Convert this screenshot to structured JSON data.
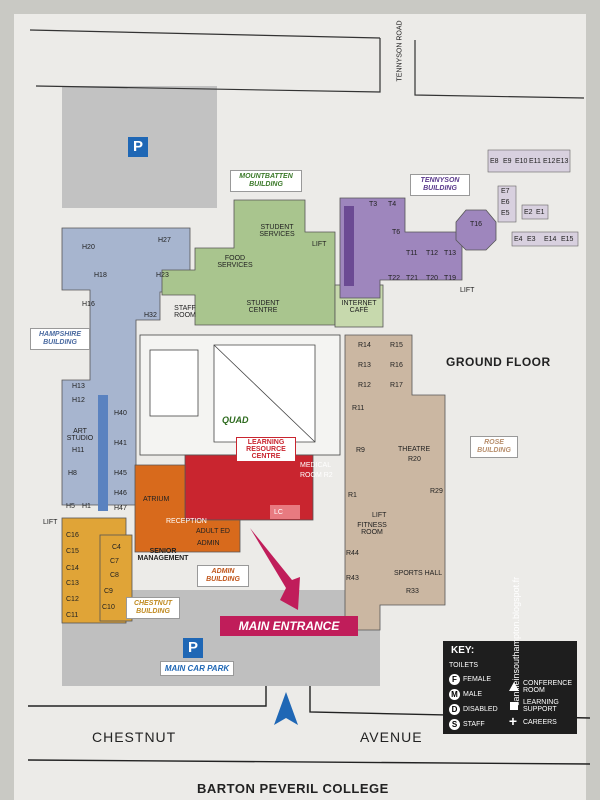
{
  "floor_title": "GROUND FLOOR",
  "college_name": "BARTON PEVERIL COLLEGE",
  "roads": {
    "chestnut": "CHESTNUT",
    "avenue": "AVENUE",
    "tennyson_road": "TENNYSON ROAD"
  },
  "watermark": "canilleinsouthampton.blogspot.fr",
  "parking": {
    "symbol": "P",
    "main_car_park": "MAIN CAR PARK"
  },
  "main_entrance": "MAIN ENTRANCE",
  "buildings": {
    "mountbatten": "MOUNTBATTEN BUILDING",
    "tennyson": "TENNYSON BUILDING",
    "hampshire": "HAMPSHIRE BUILDING",
    "rose": "ROSE BUILDING",
    "admin": "ADMIN BUILDING",
    "chestnut": "CHESTNUT BUILDING"
  },
  "rooms": {
    "student_services": "STUDENT SERVICES",
    "food_services": "FOOD SERVICES",
    "student_centre": "STUDENT CENTRE",
    "staff_room": "STAFF ROOM",
    "internet_cafe": "INTERNET CAFÉ",
    "quad": "QUAD",
    "lrc": "LEARNING RESOURCE CENTRE",
    "medical": "MEDICAL",
    "room_r2": "ROOM R2",
    "atrium": "ATRIUM",
    "reception": "RECEPTION",
    "adult_ed": "ADULT ED",
    "admin": "ADMIN",
    "senior_management": "SENIOR MANAGEMENT",
    "theatre": "THEATRE",
    "r20": "R20",
    "fitness_room": "FITNESS ROOM",
    "sports_hall": "SPORTS HALL",
    "r33": "R33",
    "art_studio": "ART STUDIO",
    "h11": "H11",
    "lift": "LIFT",
    "lc": "LC"
  },
  "room_codes": {
    "h": [
      "H27",
      "H20",
      "H18",
      "H23",
      "H16",
      "H32",
      "H13",
      "H12",
      "H40",
      "H41",
      "H8",
      "H45",
      "H5",
      "H1",
      "H46",
      "H47"
    ],
    "r": [
      "R14",
      "R15",
      "R13",
      "R16",
      "R12",
      "R17",
      "R11",
      "R9",
      "R1",
      "R29",
      "R44",
      "R43"
    ],
    "t": [
      "T3",
      "T4",
      "T6",
      "T11",
      "T12",
      "T13",
      "T22",
      "T21",
      "T20",
      "T19",
      "T16"
    ],
    "e": [
      "E8",
      "E9",
      "E10",
      "E11",
      "E12",
      "E13",
      "E7",
      "E6",
      "E5",
      "E2",
      "E1",
      "E4",
      "E3",
      "E14",
      "E15"
    ],
    "c": [
      "C16",
      "C15",
      "C14",
      "C13",
      "C12",
      "C11",
      "C4",
      "C7",
      "C8",
      "C9",
      "C10"
    ]
  },
  "key": {
    "title": "KEY:",
    "toilets": "TOILETS",
    "female": "FEMALE",
    "male": "MALE",
    "disabled": "DISABLED",
    "staff": "STAFF",
    "conference_room": "CONFERENCE ROOM",
    "learning_support": "LEARNING SUPPORT",
    "careers": "CAREERS",
    "sym_f": "F",
    "sym_m": "M",
    "sym_d": "D",
    "sym_s": "S"
  },
  "colors": {
    "hampshire": "#a7b5cf",
    "mountbatten": "#a9c58e",
    "tennyson": "#9e86bd",
    "rose": "#cbb7a2",
    "lrc": "#c9252f",
    "admin": "#d86a1c",
    "chestnut": "#e0a437",
    "car_park": "#bfbfbf",
    "blue_accent": "#1f67b5",
    "entrance": "#c01d5a"
  }
}
